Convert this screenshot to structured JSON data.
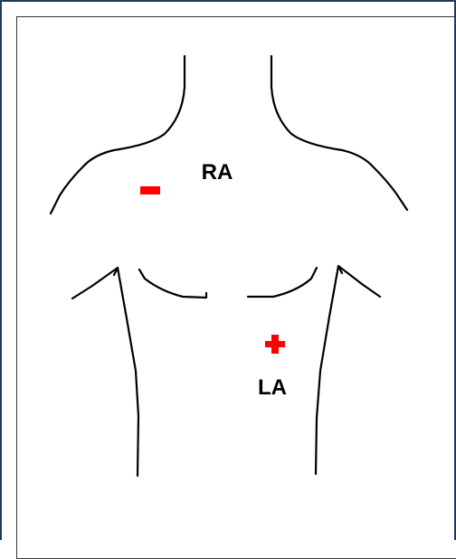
{
  "electrodes": [
    {
      "name": "RA",
      "polarity": "−",
      "polarity_meaning": "negative"
    },
    {
      "name": "LA",
      "polarity": "+",
      "polarity_meaning": "positive"
    }
  ],
  "colors": {
    "outline": "#000000",
    "electrode": "#ff0000",
    "label": "#000000",
    "frame": "#1f3a5a"
  }
}
